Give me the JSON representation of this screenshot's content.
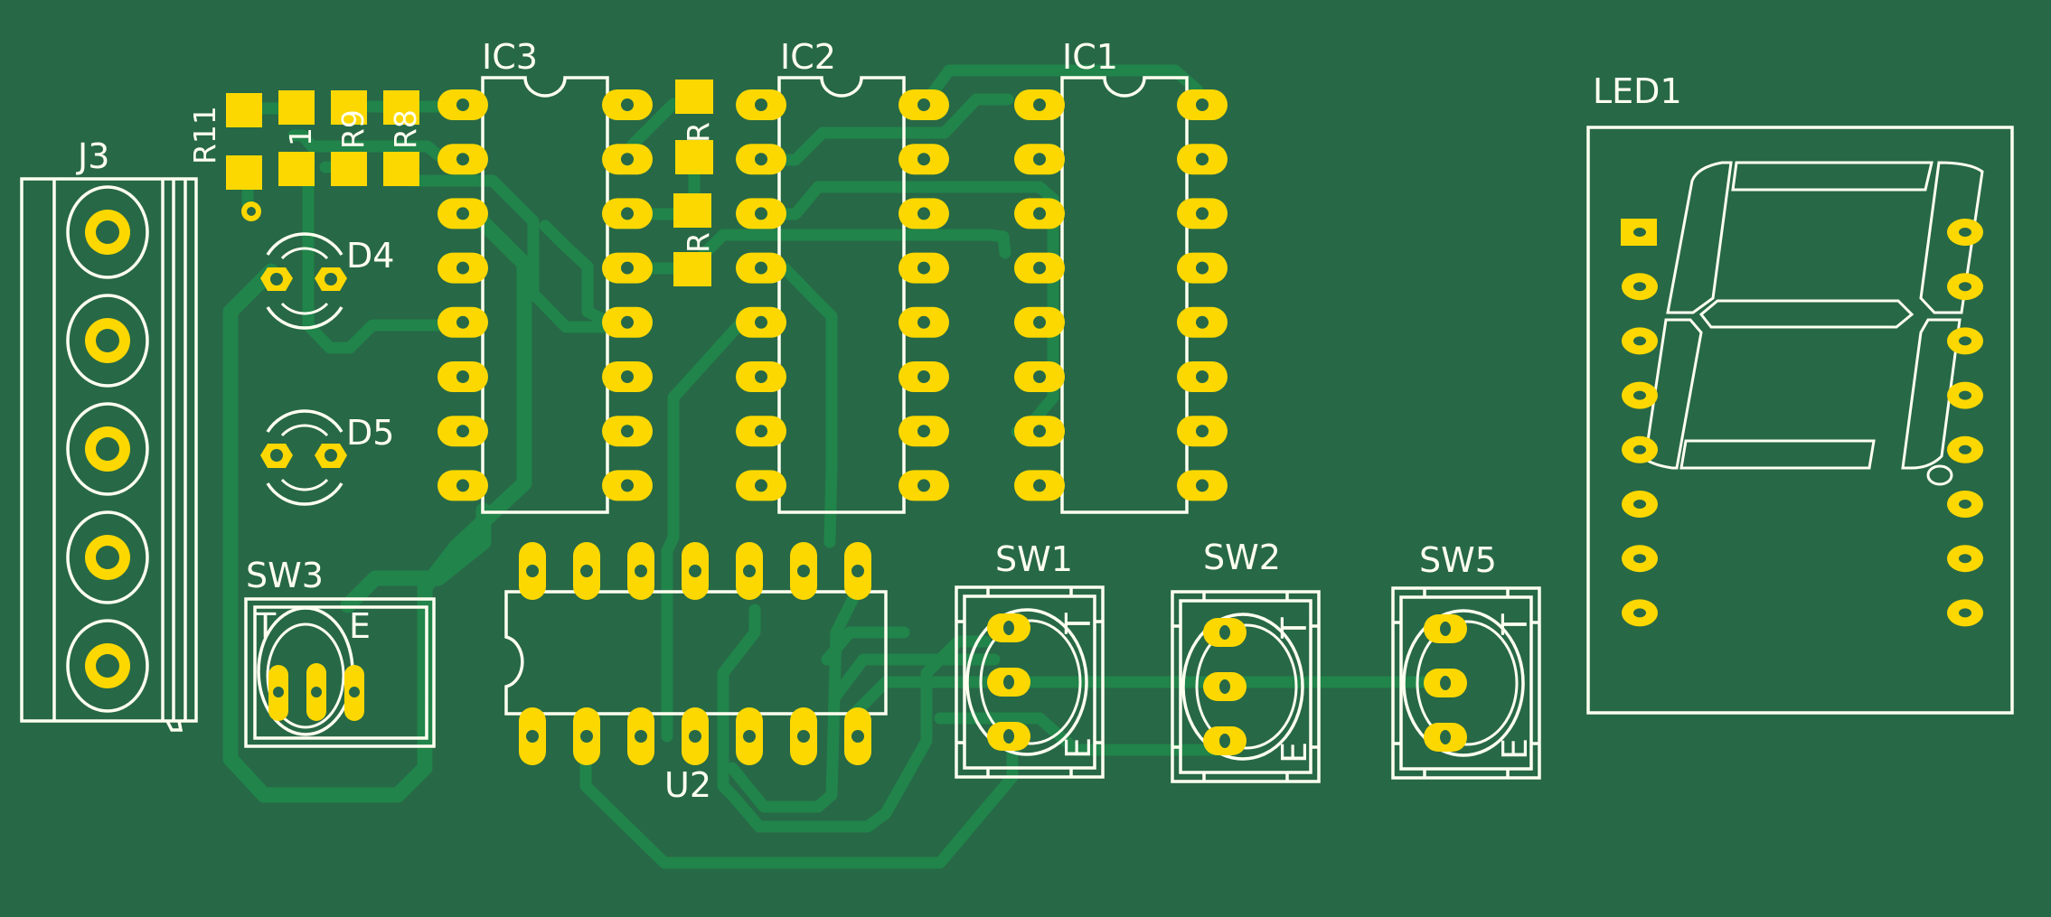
{
  "app": {
    "view": "PCB layout (top copper + silkscreen)"
  },
  "colors": {
    "board": "#276847",
    "trace": "#21844a",
    "pad": "#fcd800",
    "silkscreen": "#fffff0"
  },
  "components": {
    "J3": {
      "ref": "J3",
      "type": "5-pin screw terminal",
      "pins": 5
    },
    "R11": {
      "ref": "R11",
      "type": "SMD resistor"
    },
    "R10": {
      "ref": "1",
      "type": "SMD resistor (label partially hidden)"
    },
    "R9": {
      "ref": "R9",
      "type": "SMD resistor"
    },
    "R8": {
      "ref": "R8",
      "type": "SMD resistor"
    },
    "R6": {
      "ref": "R",
      "type": "SMD resistor (label partially hidden)"
    },
    "R7": {
      "ref": "R",
      "type": "SMD resistor (label partially hidden)"
    },
    "D4": {
      "ref": "D4",
      "type": "LED"
    },
    "D5": {
      "ref": "D5",
      "type": "LED"
    },
    "IC3": {
      "ref": "IC3",
      "type": "DIP-16"
    },
    "IC2": {
      "ref": "IC2",
      "type": "DIP-16"
    },
    "IC1": {
      "ref": "IC1",
      "type": "DIP-16"
    },
    "U2": {
      "ref": "U2",
      "type": "DIP-14"
    },
    "SW3": {
      "ref": "SW3",
      "type": "tactile switch",
      "marks": [
        "T",
        "E"
      ]
    },
    "SW1": {
      "ref": "SW1",
      "type": "tactile switch",
      "marks": [
        "T",
        "E"
      ]
    },
    "SW2": {
      "ref": "SW2",
      "type": "tactile switch",
      "marks": [
        "T",
        "E"
      ]
    },
    "SW5": {
      "ref": "SW5",
      "type": "tactile switch",
      "marks": [
        "T",
        "E"
      ]
    },
    "LED1": {
      "ref": "LED1",
      "type": "7-segment display",
      "pins": 16
    }
  }
}
